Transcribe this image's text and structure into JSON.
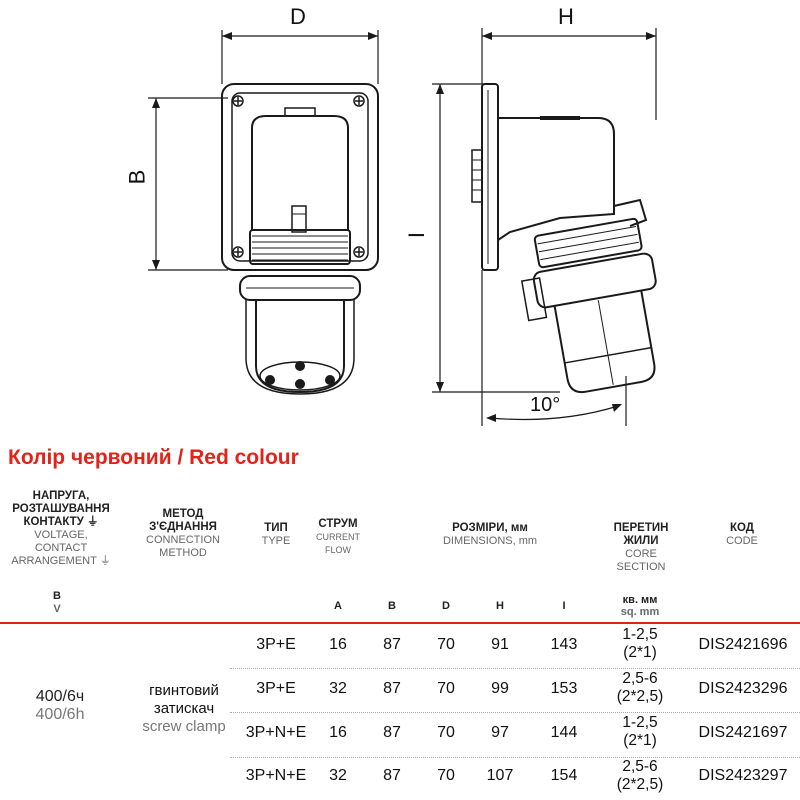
{
  "drawing": {
    "labels": {
      "d": "D",
      "h": "H",
      "b": "B",
      "i": "I",
      "angle": "10°"
    }
  },
  "title": "Колір червоний / Red colour",
  "headers": {
    "voltage": {
      "ua": [
        "НАПРУГА,",
        "РОЗТАШУВАННЯ",
        "КОНТАКТУ ⏚"
      ],
      "en": [
        "VOLTAGE,",
        "CONTACT",
        "ARRANGEMENT ⏚"
      ]
    },
    "method": {
      "ua": [
        "МЕТОД",
        "З'ЄДНАННЯ"
      ],
      "en": [
        "CONNECTION",
        "METHOD"
      ]
    },
    "type": {
      "ua": "ТИП",
      "en": "TYPE"
    },
    "current": {
      "ua": "СТРУМ",
      "en": [
        "CURRENT",
        "FLOW"
      ]
    },
    "dimensions": {
      "ua": "РОЗМІРИ, мм",
      "en": "DIMENSIONS, mm"
    },
    "section": {
      "ua": [
        "ПЕРЕТИН",
        "ЖИЛИ"
      ],
      "en": [
        "CORE",
        "SECTION"
      ]
    },
    "code": {
      "ua": "КОД",
      "en": "CODE"
    }
  },
  "subheaders": {
    "voltage_ua": "В",
    "voltage_en": "V",
    "a": "A",
    "b": "B",
    "d": "D",
    "h": "H",
    "i": "I",
    "section_ua": "кв. мм",
    "section_en": "sq. mm"
  },
  "voltage_value": {
    "ua": "400/6ч",
    "en": "400/6h"
  },
  "method_value": {
    "ua": [
      "гвинтовий",
      "затискач"
    ],
    "en": "screw clamp"
  },
  "rows": [
    {
      "type": "3P+E",
      "a": "16",
      "b": "87",
      "d": "70",
      "h": "91",
      "i": "143",
      "section": [
        "1-2,5",
        "(2*1)"
      ],
      "code": "DIS2421696"
    },
    {
      "type": "3P+E",
      "a": "32",
      "b": "87",
      "d": "70",
      "h": "99",
      "i": "153",
      "section": [
        "2,5-6",
        "(2*2,5)"
      ],
      "code": "DIS2423296"
    },
    {
      "type": "3P+N+E",
      "a": "16",
      "b": "87",
      "d": "70",
      "h": "97",
      "i": "144",
      "section": [
        "1-2,5",
        "(2*1)"
      ],
      "code": "DIS2421697"
    },
    {
      "type": "3P+N+E",
      "a": "32",
      "b": "87",
      "d": "70",
      "h": "107",
      "i": "154",
      "section": [
        "2,5-6",
        "(2*2,5)"
      ],
      "code": "DIS2423297"
    }
  ],
  "colors": {
    "title": "#e2231a",
    "rule_red": "#e2231a",
    "ink": "#111111"
  }
}
